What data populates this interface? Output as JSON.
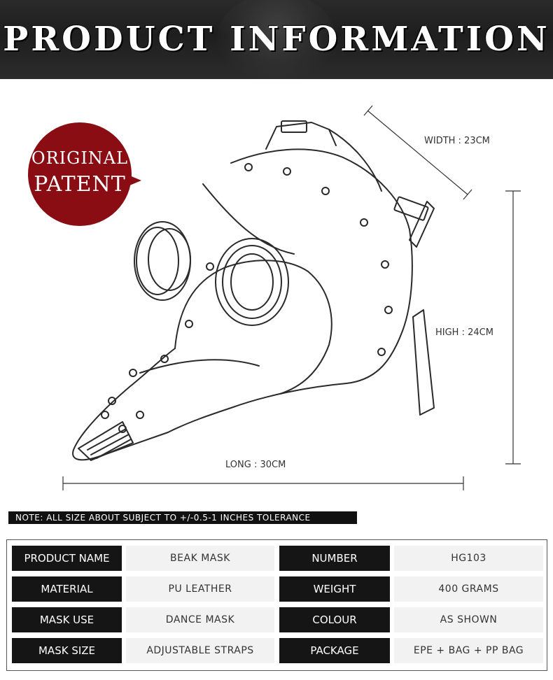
{
  "header": {
    "title": "PRODUCT INFORMATION"
  },
  "badge": {
    "line1": "ORIGINAL",
    "line2": "PATENT",
    "color": "#8b0d14"
  },
  "dimensions": {
    "width": "WIDTH : 23CM",
    "high": "HIGH : 24CM",
    "long": "LONG : 30CM"
  },
  "note": "NOTE: ALL SIZE ABOUT SUBJECT TO +/-0.5-1 INCHES TOLERANCE",
  "specs": {
    "rows": [
      {
        "label_left": "PRODUCT NAME",
        "value_left": "BEAK MASK",
        "label_right": "NUMBER",
        "value_right": "HG103"
      },
      {
        "label_left": "MATERIAL",
        "value_left": "PU LEATHER",
        "label_right": "WEIGHT",
        "value_right": "400 GRAMS"
      },
      {
        "label_left": "MASK USE",
        "value_left": "DANCE MASK",
        "label_right": "COLOUR",
        "value_right": "AS SHOWN"
      },
      {
        "label_left": "MASK SIZE",
        "value_left": "ADJUSTABLE STRAPS",
        "label_right": "PACKAGE",
        "value_right": "EPE + BAG + PP BAG"
      }
    ]
  }
}
